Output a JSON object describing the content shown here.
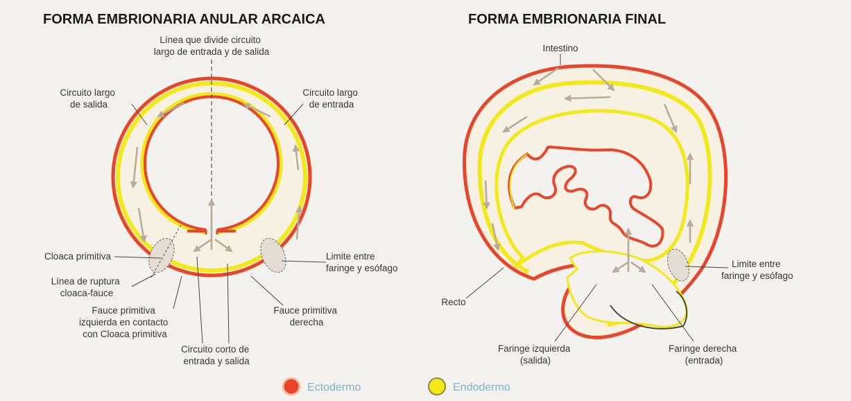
{
  "titles": {
    "left": "FORMA EMBRIONARIA ANULAR ARCAICA",
    "right": "FORMA EMBRIONARIA FINAL"
  },
  "left": {
    "divide_line": [
      "Línea que divide circuito",
      "largo de entrada y de salida"
    ],
    "long_out": [
      "Circuito largo",
      "de salida"
    ],
    "long_in": [
      "Circuito largo",
      "de entrada"
    ],
    "cloaca": [
      "Cloaca primitiva"
    ],
    "rupture": [
      "Línea de ruptura",
      "cloaca-fauce"
    ],
    "fauce_left": [
      "Fauce primitiva",
      "izquierda en contacto",
      "con Cloaca primitiva"
    ],
    "short_circuit": [
      "Circuito corto de",
      "entrada y salida"
    ],
    "fauce_right": [
      "Fauce primitiva",
      "derecha"
    ],
    "limit": [
      "Limite entre",
      "faringe y esófago"
    ]
  },
  "right": {
    "intestine": [
      "Intestino"
    ],
    "rectum": [
      "Recto"
    ],
    "pharynx_left": [
      "Faringe izquierda",
      "(salida)"
    ],
    "pharynx_right": [
      "Faringe derecha",
      "(entrada)"
    ],
    "limit": [
      "Limite entre",
      "faringe y esófago"
    ]
  },
  "legend": {
    "ectoderm": "Ectodermo",
    "endoderm": "Endodermo"
  },
  "colors": {
    "ectoderm": "#e8452a",
    "endoderm": "#f2e81a",
    "tissue": "#f7f1e4",
    "arrow": "#b7ab9c",
    "limit_fill": "#e3ddd3",
    "legend_text": "#7fb2c6"
  }
}
